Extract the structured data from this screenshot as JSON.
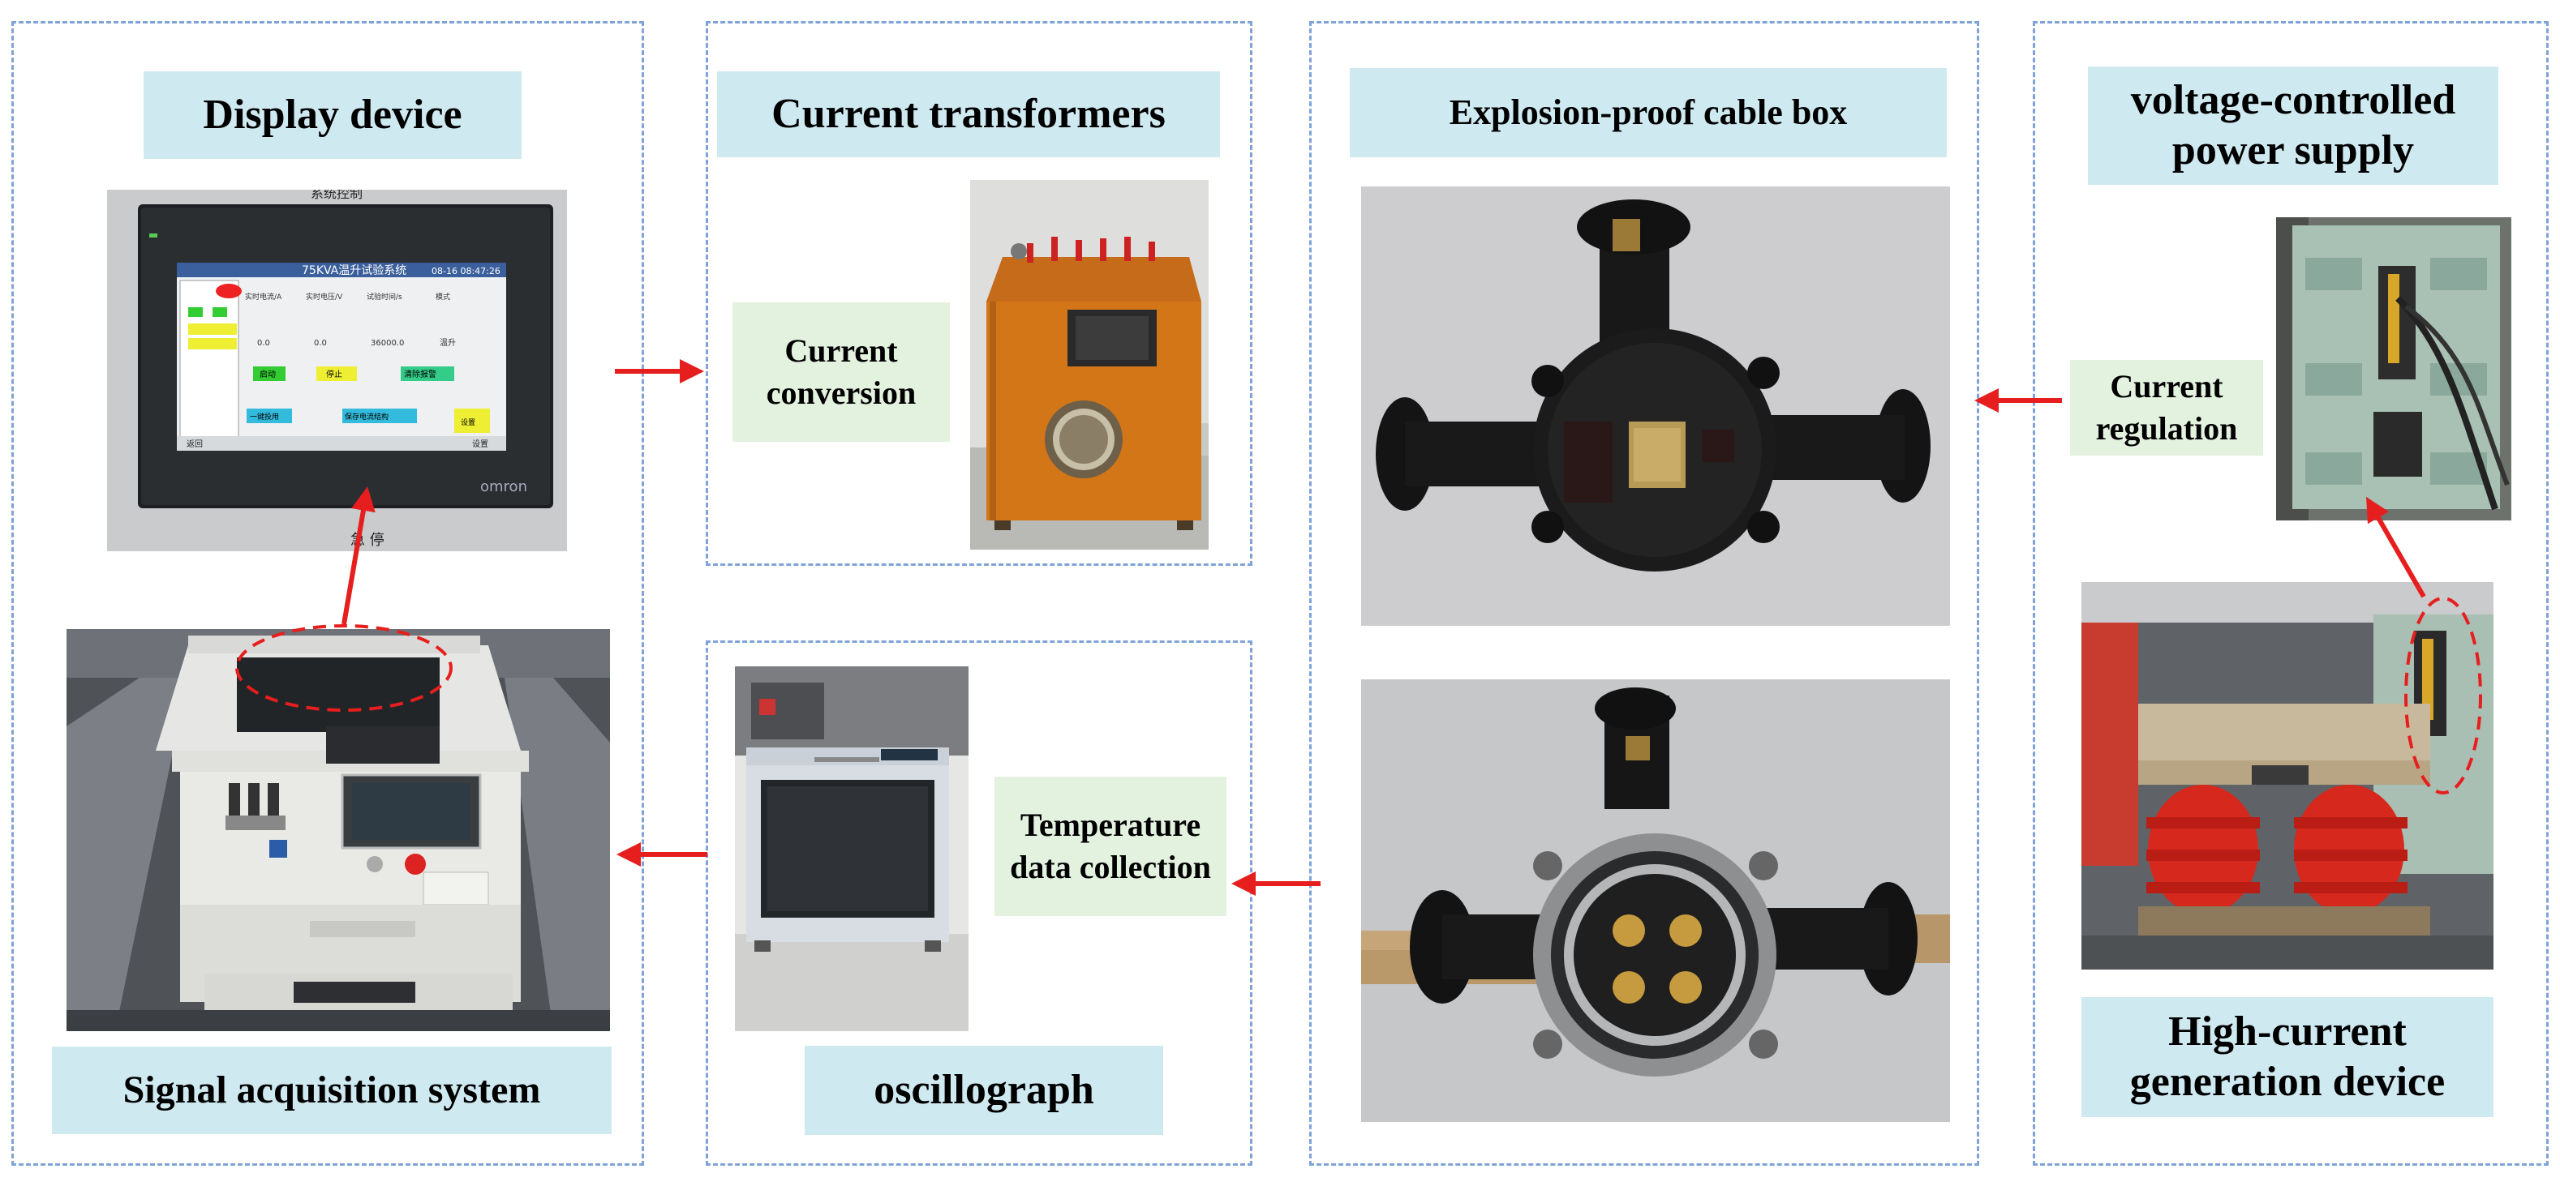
{
  "panels": {
    "display_title": "Display device",
    "signal_title": "Signal acquisition system",
    "ct_title": "Current transformers",
    "ct_label": "Current conversion",
    "osc_title": "oscillograph",
    "osc_label": "Temperature data collection",
    "cable_title": "Explosion-proof cable box",
    "power_title": "voltage-controlled power supply",
    "power_label": "Current regulation",
    "highcurrent_title": "High-current generation device"
  },
  "screen": {
    "header_text": "75KVA温升试验系统",
    "date_text": "08-16 08:47:26",
    "col1": "实时电流/A",
    "col2": "实时电压/V",
    "col3": "试验时间/s",
    "col4": "模式",
    "v1": "0.0",
    "v2": "0.0",
    "v3": "36000.0",
    "v4": "温升",
    "btn_start": "启动",
    "btn_stop": "停止",
    "btn_clear": "清除报警",
    "btn_onekey": "一键投用",
    "btn_save": "保存电流结构",
    "btn_settings": "设置",
    "footer_back": "返回",
    "footer_settings": "设置",
    "brand": "omron",
    "panel_label": "系统控制",
    "stop_label": "急 停"
  },
  "colors": {
    "dashed_border": "#7fa3d9",
    "title_bg": "#cfe9f1",
    "label_bg": "#e3f1df",
    "arrow": "#e61e1e"
  }
}
